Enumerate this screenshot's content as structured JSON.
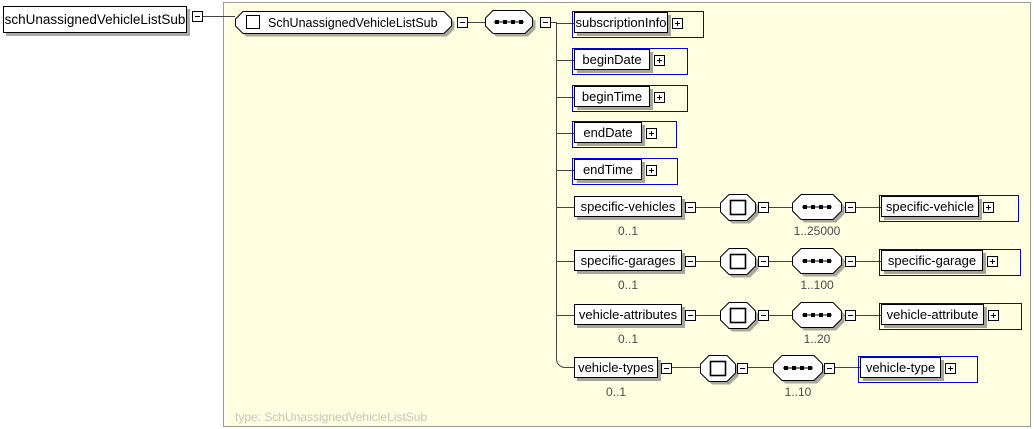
{
  "root": {
    "label": "schUnassignedVehicleListSub"
  },
  "diagram": {
    "type_label": "SchUnassignedVehicleListSub",
    "footer": "type: SchUnassignedVehicleListSub",
    "rows": [
      {
        "label": "subscriptionInfo"
      },
      {
        "label": "beginDate"
      },
      {
        "label": "beginTime"
      },
      {
        "label": "endDate"
      },
      {
        "label": "endTime"
      },
      {
        "label": "specific-vehicles",
        "occurs": "0..1",
        "child_label": "specific-vehicle",
        "child_occurs": "1..25000"
      },
      {
        "label": "specific-garages",
        "occurs": "0..1",
        "child_label": "specific-garage",
        "child_occurs": "1..100"
      },
      {
        "label": "vehicle-attributes",
        "occurs": "0..1",
        "child_label": "vehicle-attribute",
        "child_occurs": "1..20"
      },
      {
        "label": "vehicle-types",
        "occurs": "0..1",
        "child_label": "vehicle-type",
        "child_occurs": "1..10"
      }
    ],
    "colors": {
      "panel_bg": "#FFFFE1",
      "element_border": "#000000",
      "multi_occurrence_frame": "#0000E0",
      "connector": "#444444",
      "shadow": "#A6A698",
      "footer_text": "#C6C6BA"
    }
  }
}
